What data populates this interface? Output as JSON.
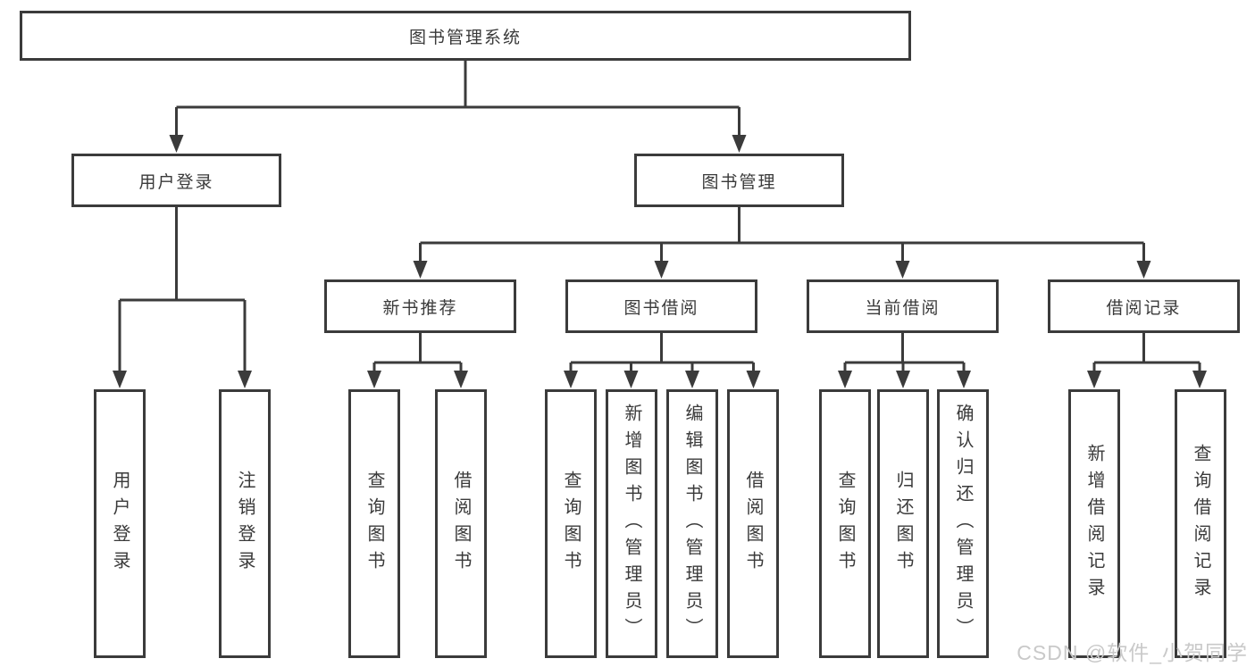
{
  "tree": {
    "label": "图书管理系统",
    "children": [
      {
        "label": "用户登录",
        "children": [
          {
            "label": "用户登录"
          },
          {
            "label": "注销登录"
          }
        ]
      },
      {
        "label": "图书管理",
        "children": [
          {
            "label": "新书推荐",
            "children": [
              {
                "label": "查询图书"
              },
              {
                "label": "借阅图书"
              }
            ]
          },
          {
            "label": "图书借阅",
            "children": [
              {
                "label": "查询图书"
              },
              {
                "label": "新增图书（管理员）"
              },
              {
                "label": "编辑图书（管理员）"
              },
              {
                "label": "借阅图书"
              }
            ]
          },
          {
            "label": "当前借阅",
            "children": [
              {
                "label": "查询图书"
              },
              {
                "label": "归还图书"
              },
              {
                "label": "确认归还（管理员）"
              }
            ]
          },
          {
            "label": "借阅记录",
            "children": [
              {
                "label": "新增借阅记录"
              },
              {
                "label": "查询借阅记录"
              }
            ]
          }
        ]
      }
    ]
  },
  "watermark": {
    "text": "CSDN @软件_小贺同学"
  },
  "colors": {
    "line": "#3b3b3b",
    "text": "#3a3a3a",
    "watermark": "#c9c9c9",
    "background": "#ffffff"
  }
}
